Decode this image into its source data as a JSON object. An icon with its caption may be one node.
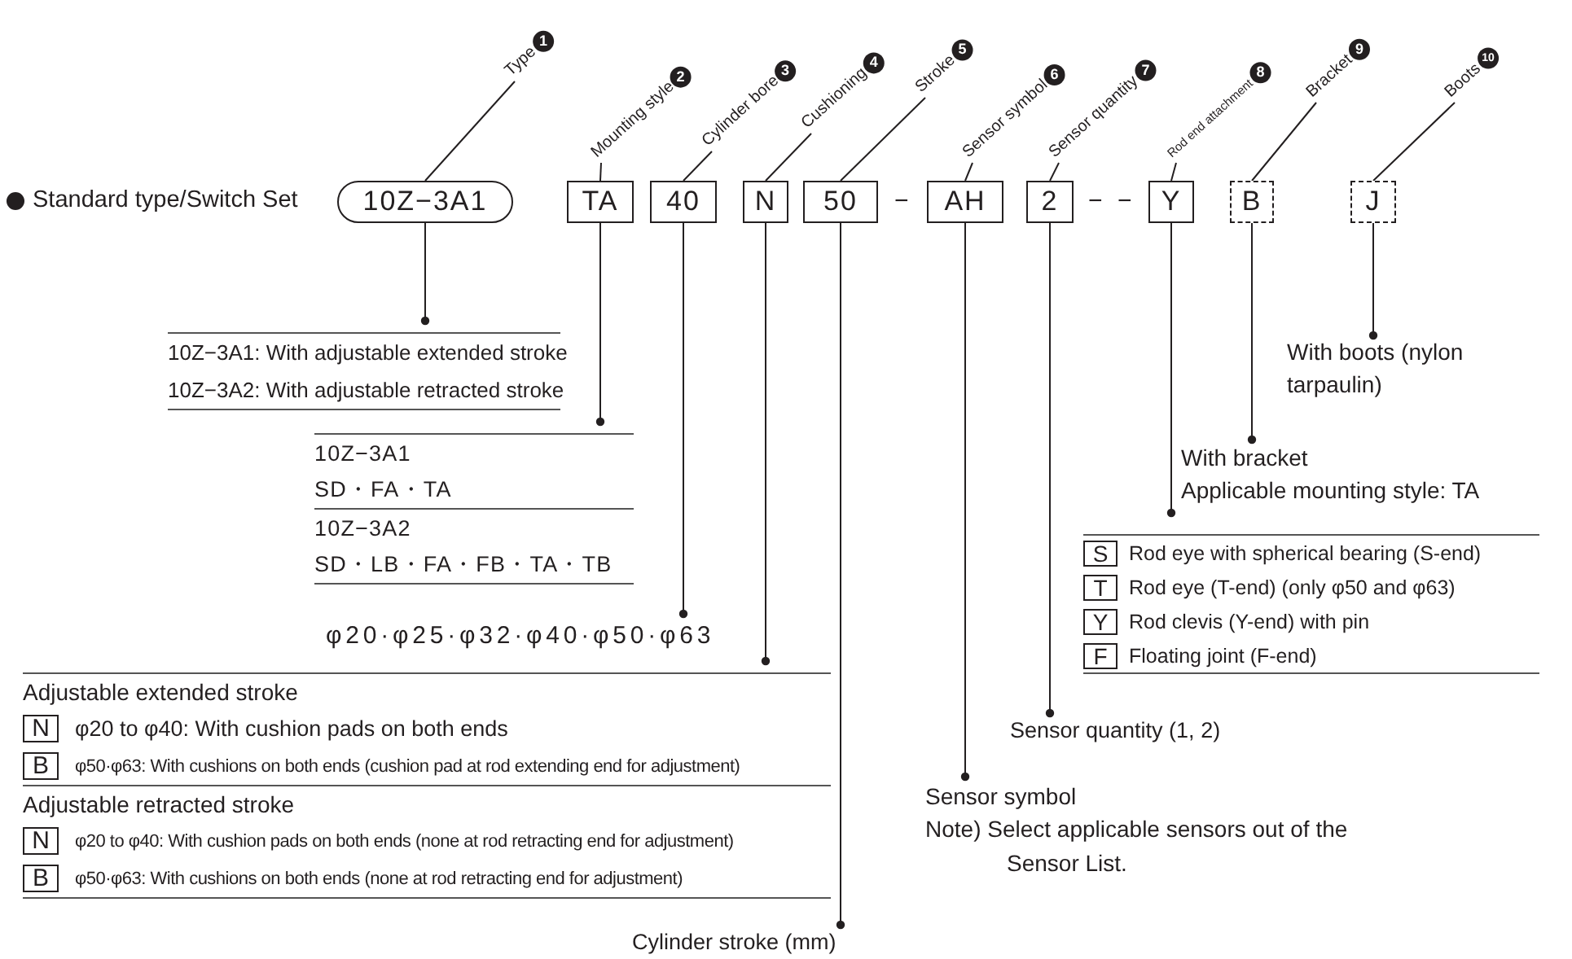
{
  "diagram": {
    "nodes": [
      {
        "text": [
          "Type",
          "1"
        ]
      },
      {
        "text": [
          "Mounting style",
          "2"
        ]
      },
      {
        "text": [
          "Cylinder bore",
          "3"
        ]
      },
      {
        "text": [
          "Cushioning",
          "4"
        ]
      },
      {
        "text": [
          "Stroke",
          "5"
        ]
      },
      {
        "text": [
          "Sensor symbol",
          "6"
        ]
      },
      {
        "text": [
          "Sensor quantity",
          "7"
        ]
      },
      {
        "text": [
          "Rod end attachment",
          "8"
        ]
      },
      {
        "text": [
          "Bracket",
          "9"
        ]
      },
      {
        "text": [
          "Boots",
          "10"
        ]
      },
      {
        "text": [
          "10Z−3A1"
        ]
      },
      {
        "text": [
          "TA"
        ]
      },
      {
        "text": [
          "40"
        ]
      },
      {
        "text": [
          "N"
        ]
      },
      {
        "text": [
          "50"
        ]
      },
      {
        "text": [
          "AH"
        ]
      },
      {
        "text": [
          "2"
        ]
      },
      {
        "text": [
          "Y"
        ]
      },
      {
        "text": [
          "B"
        ]
      },
      {
        "text": [
          "J"
        ]
      },
      {
        "text": [
          "10Z−3A1: With adjustable extended stroke",
          "10Z−3A2: With adjustable retracted stroke"
        ]
      },
      {
        "text": [
          "10Z−3A1",
          "SD・FA・TA",
          "10Z−3A2",
          "SD・LB・FA・FB・TA・TB"
        ]
      },
      {
        "text": [
          "φ20·φ25·φ32·φ40·φ50·φ63"
        ]
      },
      {
        "text": [
          "Adjustable extended stroke",
          "N",
          "φ20 to φ40: With cushion pads on both ends",
          "B",
          "φ50·φ63: With cushions on both ends (cushion pad at rod extending end for adjustment)",
          "Adjustable retracted stroke",
          "N",
          "φ20 to φ40: With cushion pads on both ends (none at rod retracting end for adjustment)",
          "B",
          "φ50·φ63: With cushions on both ends (none at rod retracting end for adjustment)"
        ]
      },
      {
        "text": [
          "Cylinder stroke (mm)"
        ]
      },
      {
        "text": [
          "Sensor symbol",
          "Note) Select applicable sensors out of the Sensor List."
        ]
      },
      {
        "text": [
          "Sensor quantity (1, 2)"
        ]
      },
      {
        "text": [
          "S",
          "Rod eye with spherical bearing (S-end)",
          "T",
          "Rod eye (T-end) (only φ50 and φ63)",
          "Y",
          "Rod clevis (Y-end) with pin",
          "F",
          "Floating joint (F-end)"
        ]
      },
      {
        "text": [
          "With bracket",
          "Applicable mounting style: TA"
        ]
      },
      {
        "text": [
          "With boots (nylon tarpaulin)"
        ]
      }
    ],
    "edges": [
      {
        "from": 0,
        "to": 10,
        "arrow": "none"
      },
      {
        "from": 1,
        "to": 11,
        "arrow": "none"
      },
      {
        "from": 2,
        "to": 12,
        "arrow": "none"
      },
      {
        "from": 3,
        "to": 13,
        "arrow": "none"
      },
      {
        "from": 4,
        "to": 14,
        "arrow": "none"
      },
      {
        "from": 5,
        "to": 15,
        "arrow": "none"
      },
      {
        "from": 6,
        "to": 16,
        "arrow": "none"
      },
      {
        "from": 7,
        "to": 17,
        "arrow": "none"
      },
      {
        "from": 8,
        "to": 18,
        "arrow": "none"
      },
      {
        "from": 9,
        "to": 19,
        "arrow": "none"
      },
      {
        "from": 10,
        "to": 20,
        "arrow": "other"
      },
      {
        "from": 11,
        "to": 21,
        "arrow": "other"
      },
      {
        "from": 12,
        "to": 22,
        "arrow": "other"
      },
      {
        "from": 13,
        "to": 23,
        "arrow": "other"
      },
      {
        "from": 14,
        "to": 24,
        "arrow": "other"
      },
      {
        "from": 15,
        "to": 25,
        "arrow": "other"
      },
      {
        "from": 16,
        "to": 26,
        "arrow": "other"
      },
      {
        "from": 17,
        "to": 27,
        "arrow": "other"
      },
      {
        "from": 18,
        "to": 28,
        "arrow": "other"
      },
      {
        "from": 19,
        "to": 29,
        "arrow": "other"
      }
    ],
    "labels": [
      "Standard type/Switch Set",
      "−",
      "−",
      "−"
    ]
  }
}
